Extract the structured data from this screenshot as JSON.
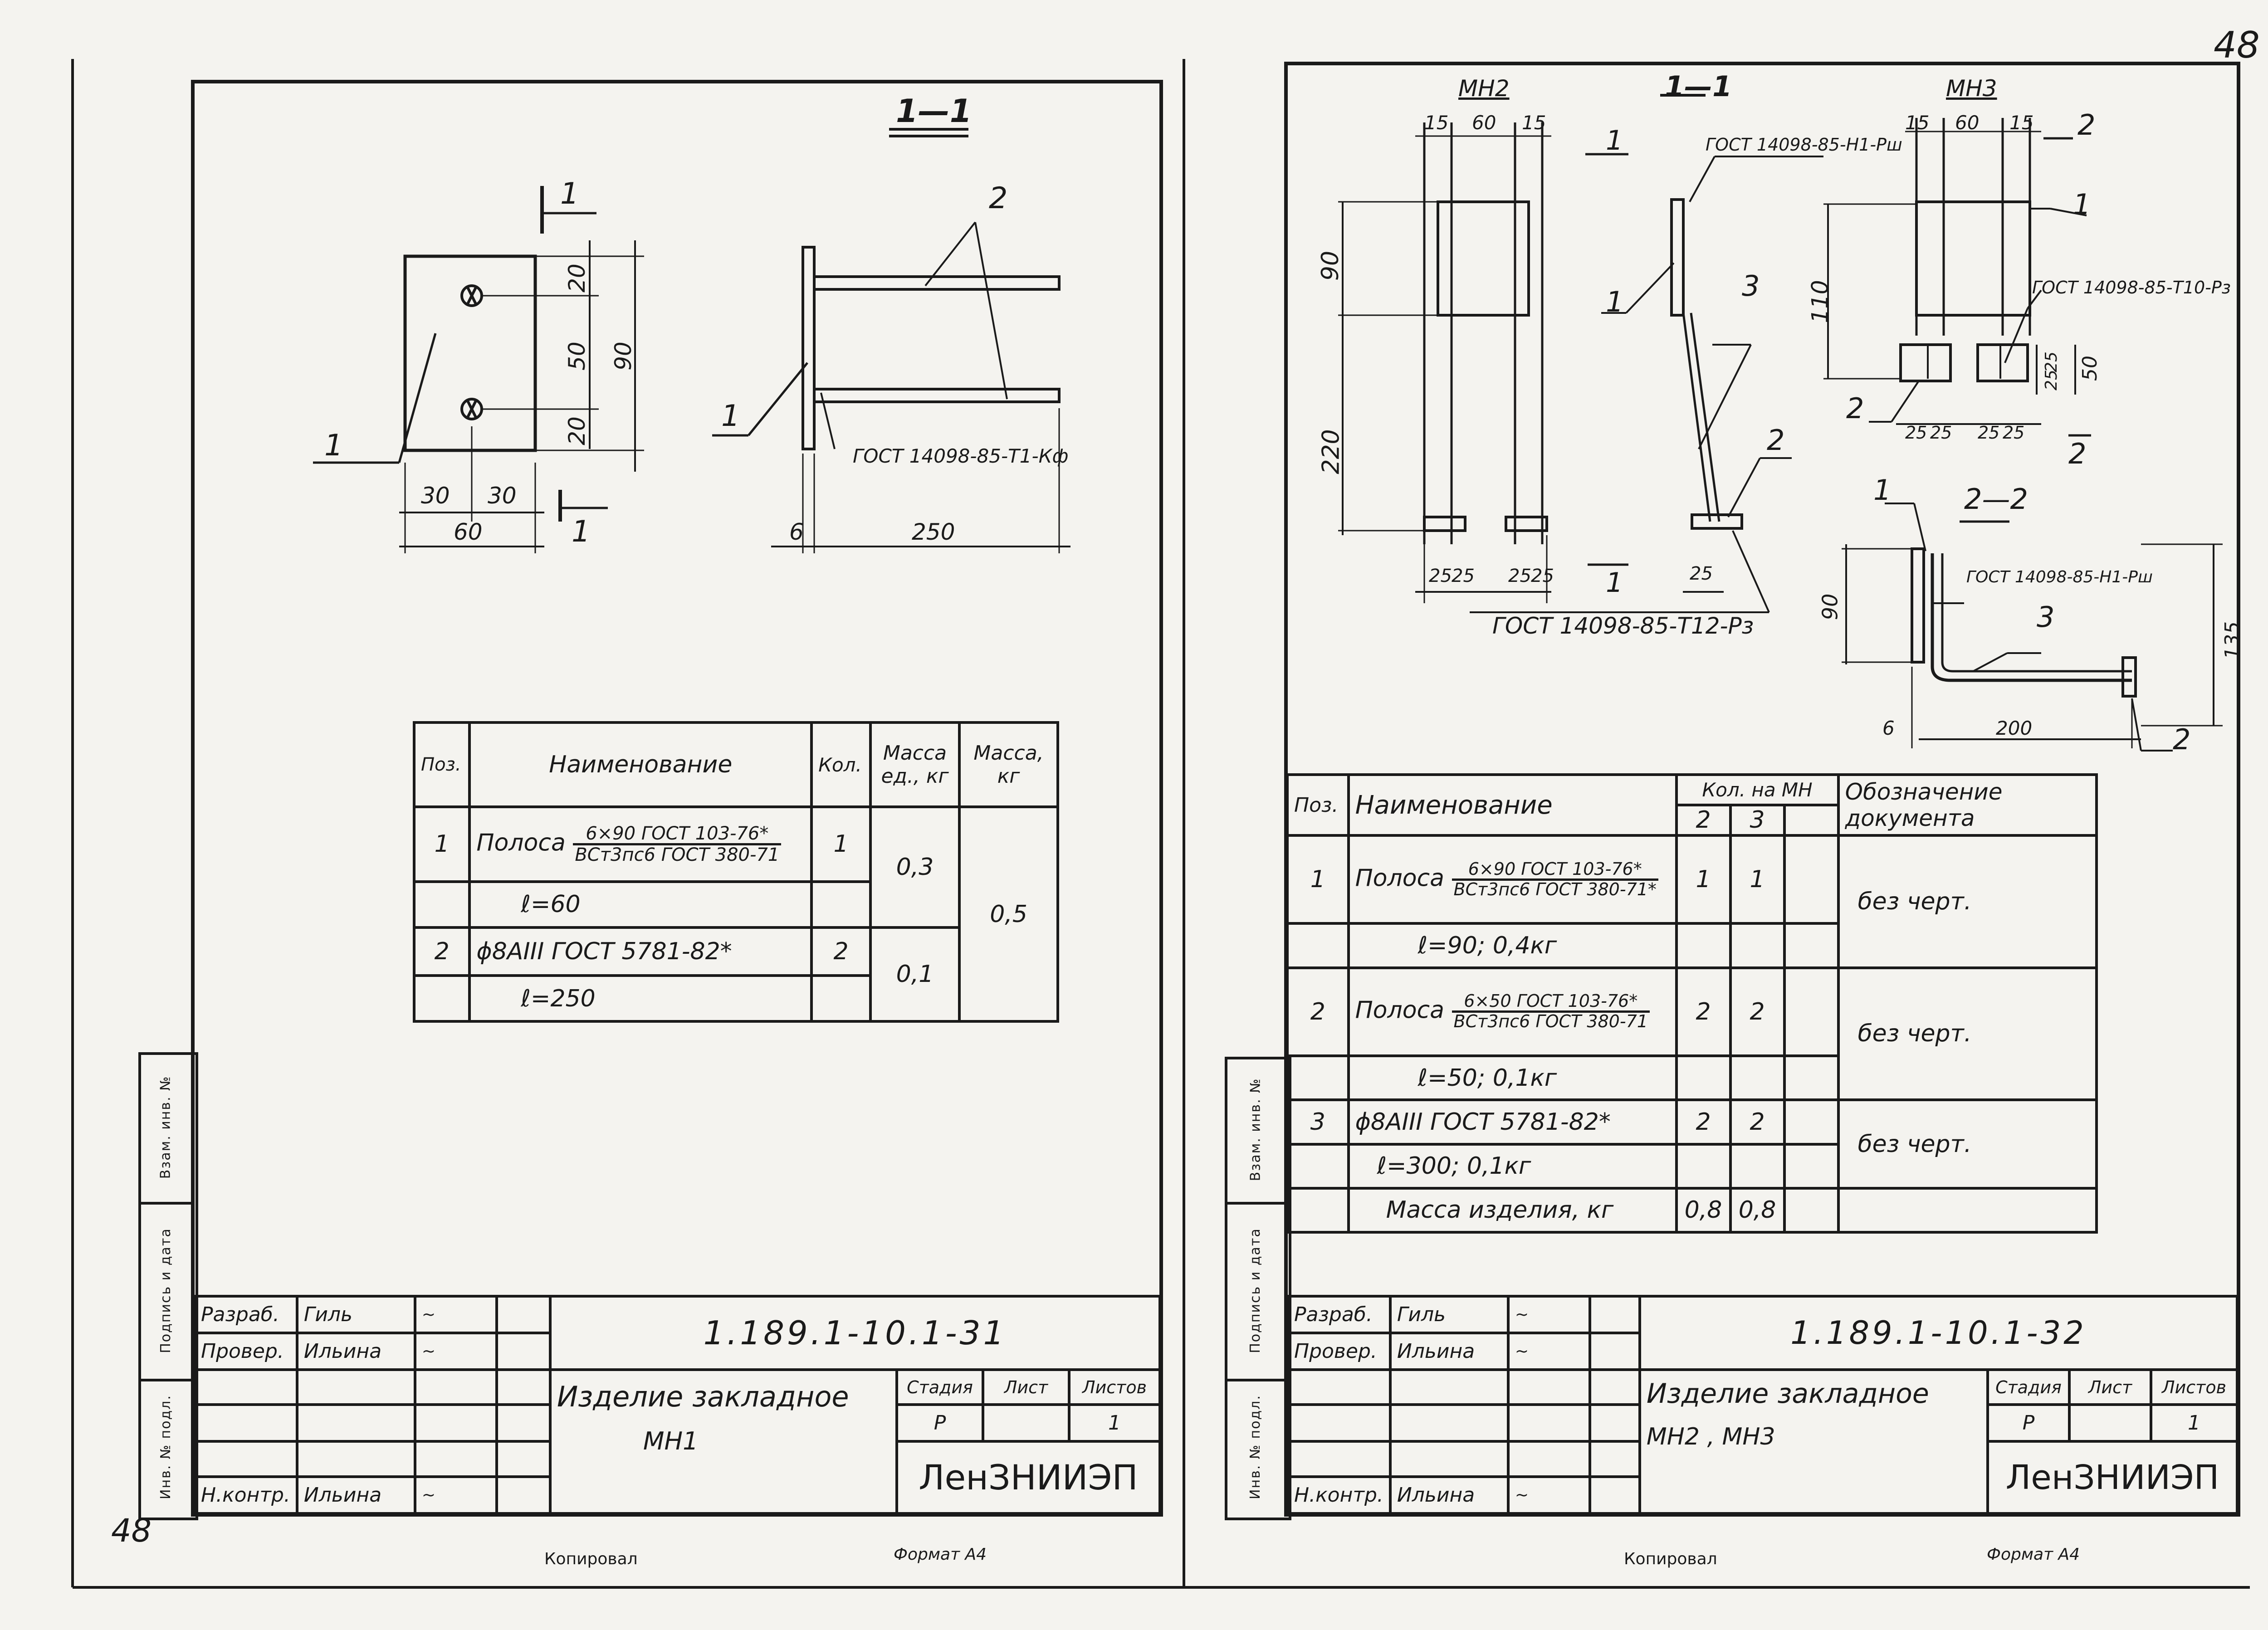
{
  "page_number": "48",
  "footer": {
    "copied": "Копировал",
    "format": "Формат А4"
  },
  "left_sheet": {
    "corner_mark": "48",
    "section_title": "1—1",
    "front_view": {
      "dims": {
        "d20a": "20",
        "d50": "50",
        "d20b": "20",
        "d90": "90",
        "d30a": "30",
        "d30b": "30",
        "d60": "60"
      },
      "pos1": "1",
      "cut_mark": "1"
    },
    "section_view": {
      "pos1": "1",
      "pos2": "2",
      "weld": "ГОСТ 14098-85-Т1-Кф",
      "d6": "6",
      "d250": "250"
    },
    "spec": {
      "headers": {
        "pos": "Поз.",
        "name": "Наименование",
        "qty": "Кол.",
        "mass_unit": "Масса ед., кг",
        "mass": "Масса, кг"
      },
      "row1": {
        "pos": "1",
        "prefix": "Полоса",
        "frac_top": "6×90 ГОСТ 103-76*",
        "frac_bot": "ВСт3пс6 ГОСТ 380-71",
        "qty": "1",
        "mass_unit": "0,3",
        "mass": "0,5"
      },
      "row1b": {
        "name": "ℓ=60"
      },
      "row2": {
        "pos": "2",
        "name": "ϕ8АIII ГОСТ 5781-82*",
        "qty": "2",
        "mass_unit": "0,1"
      },
      "row2b": {
        "name": "ℓ=250"
      }
    },
    "title_block": {
      "code": "1.189.1-10.1-31",
      "roles": {
        "dev": "Разраб.",
        "check": "Провер.",
        "nkontr": "Н.контр."
      },
      "names": {
        "dev": "Гиль",
        "check": "Ильина",
        "nkontr": "Ильина"
      },
      "title": "Изделие закладное",
      "mark": "МН1",
      "stage_label": "Стадия",
      "sheet_label": "Лист",
      "sheets_label": "Листов",
      "stage": "Р",
      "sheets": "1",
      "org": "ЛенЗНИИЭП"
    },
    "side_stamp": {
      "a": "Инв. № подл.",
      "b": "Подпись и дата",
      "c": "Взам. инв. №"
    },
    "handwritten": "48"
  },
  "right_sheet": {
    "labels": {
      "mn2": "МН2",
      "sec11": "1—1",
      "mn3": "МН3",
      "sec22": "2—2"
    },
    "mn2_view": {
      "d15a": "15",
      "d60": "60",
      "d15b": "15",
      "d90": "90",
      "d220": "220",
      "d25a": "25",
      "d25b": "25",
      "d25c": "25",
      "d25d": "25",
      "cut": "1"
    },
    "section11": {
      "weld_top": "ГОСТ 14098-85-Н1-Рш",
      "weld_bot": "ГОСТ 14098-85-Т12-Рз",
      "p1": "1",
      "p2": "2",
      "p3": "3",
      "d25": "25"
    },
    "mn3_view": {
      "d15a": "15",
      "d60": "60",
      "d15b": "15",
      "d110": "110",
      "d25a": "25",
      "d25b": "25",
      "d50": "50",
      "b25a": "25",
      "b25b": "25",
      "b25c": "25",
      "b25d": "25",
      "weld": "ГОСТ 14098-85-Т10-Рз",
      "p1": "1",
      "p2": "2",
      "cut": "2"
    },
    "section22": {
      "weld": "ГОСТ 14098-85-Н1-Рш",
      "d90": "90",
      "d135": "135",
      "d6": "6",
      "d200": "200",
      "p1": "1",
      "p2": "2",
      "p3": "3"
    },
    "spec": {
      "headers": {
        "pos": "Поз.",
        "name": "Наименование",
        "qty": "Кол. на МН",
        "q2": "2",
        "q3": "3",
        "doc": "Обозначение документа"
      },
      "r1": {
        "pos": "1",
        "prefix": "Полоса",
        "frac_top": "6×90 ГОСТ 103-76*",
        "frac_bot": "ВСт3пс6 ГОСТ 380-71*",
        "q2": "1",
        "q3": "1",
        "doc": "без черт."
      },
      "r1b": {
        "name": "ℓ=90; 0,4кг"
      },
      "r2": {
        "pos": "2",
        "prefix": "Полоса",
        "frac_top": "6×50 ГОСТ 103-76*",
        "frac_bot": "ВСт3пс6 ГОСТ 380-71",
        "q2": "2",
        "q3": "2",
        "doc": "без черт."
      },
      "r2b": {
        "name": "ℓ=50; 0,1кг"
      },
      "r3": {
        "pos": "3",
        "name": "ϕ8АIII ГОСТ 5781-82*",
        "q2": "2",
        "q3": "2",
        "doc": "без черт."
      },
      "r3b": {
        "name": "ℓ=300; 0,1кг"
      },
      "total": {
        "name": "Масса изделия, кг",
        "q2": "0,8",
        "q3": "0,8"
      }
    },
    "title_block": {
      "code": "1.189.1-10.1-32",
      "roles": {
        "dev": "Разраб.",
        "check": "Провер.",
        "nkontr": "Н.контр."
      },
      "names": {
        "dev": "Гиль",
        "check": "Ильина",
        "nkontr": "Ильина"
      },
      "title": "Изделие закладное",
      "mark": "МН2 , МН3",
      "stage_label": "Стадия",
      "sheet_label": "Лист",
      "sheets_label": "Листов",
      "stage": "Р",
      "sheets": "1",
      "org": "ЛенЗНИИЭП"
    },
    "side_stamp": {
      "a": "Инв. № подл.",
      "b": "Подпись и дата",
      "c": "Взам. инв. №"
    }
  }
}
